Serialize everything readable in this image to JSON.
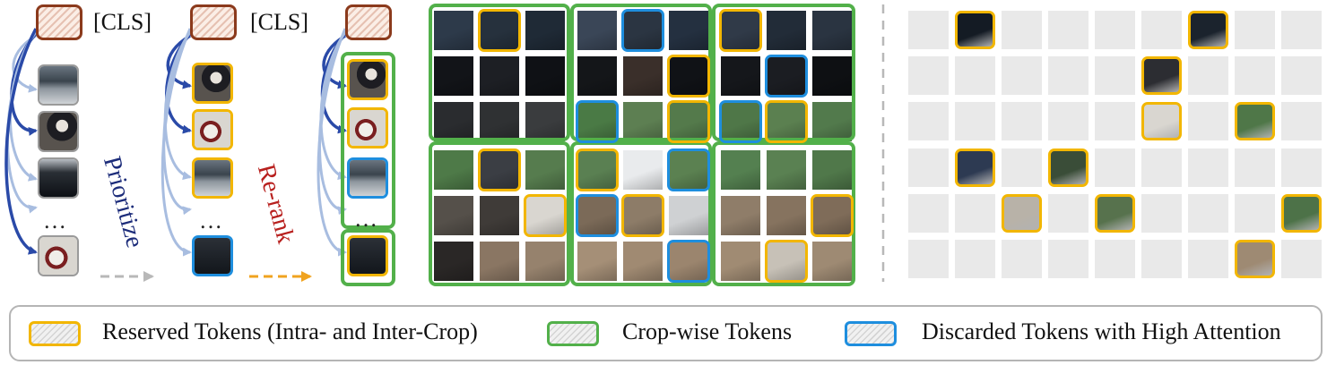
{
  "cls_token_label": "[CLS]",
  "ellipsis": "…",
  "step_labels": {
    "prioritize": "Prioritize",
    "rerank": "Re-rank"
  },
  "legend": {
    "reserved": "Reserved Tokens (Intra- and Inter-Crop)",
    "cropwise": "Crop-wise Tokens",
    "discarded": "Discarded Tokens with High Attention"
  },
  "colors": {
    "reserved": "#f2b600",
    "cropwise": "#52b04a",
    "discarded": "#1e8ede",
    "cls": "#8b3a1c",
    "prioritize_text": "#1c2c7a",
    "rerank_text": "#b8201e",
    "arrow_dark": "#2a4aa8",
    "arrow_light": "#a8bde0",
    "arrow_orange": "#f0a31f",
    "arrow_gray": "#b8b8b8"
  },
  "icons": [
    "cls-token-icon",
    "image-patch-thumbnail",
    "attention-arrow"
  ]
}
